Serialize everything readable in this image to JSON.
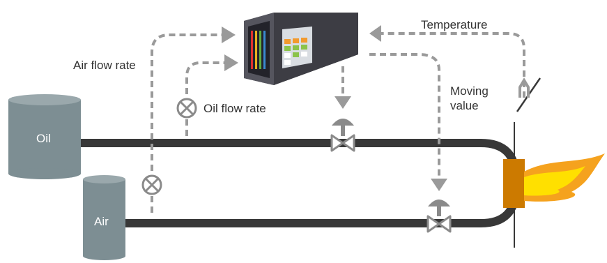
{
  "labels": {
    "oil_tank": "Oil",
    "air_tank": "Air",
    "air_flow_rate": "Air flow rate",
    "oil_flow_rate": "Oil flow rate",
    "temperature": "Temperature",
    "moving_value_line1": "Moving",
    "moving_value_line2": "value"
  },
  "colors": {
    "tank": "#7d8e93",
    "tank_top": "#9aa8ac",
    "pipe": "#383838",
    "signal_line": "#9a9a9a",
    "valve": "#8a8a8a",
    "burner": "#cc7a00",
    "flame_outer": "#f5a21e",
    "flame_inner": "#ffe000",
    "controller_body": "#3d3d44",
    "controller_face": "#d9dde2"
  },
  "icons": [
    "controller-icon",
    "flow-meter-icon",
    "control-valve-icon",
    "burner-icon",
    "flame-icon",
    "temperature-sensor-icon"
  ]
}
